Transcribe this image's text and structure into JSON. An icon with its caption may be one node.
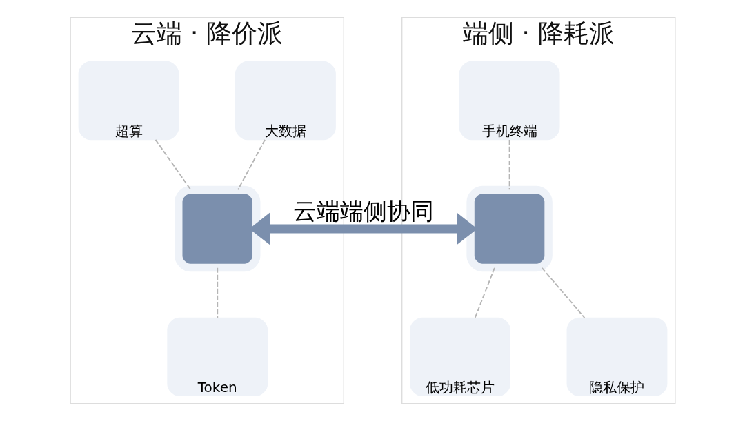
{
  "diagram": {
    "nodes": [
      {
        "text": [
          "云端 · 降价派"
        ]
      },
      {
        "text": [
          "大数据"
        ],
        "in": 0
      },
      {
        "text": [
          "超算"
        ],
        "in": 0
      },
      {
        "text": [],
        "shape": "box",
        "in": 0
      },
      {
        "text": [
          "Token"
        ],
        "in": 0
      },
      {
        "text": [
          "端侧 · 降耗派"
        ]
      },
      {
        "text": [
          "手机终端"
        ],
        "in": 5
      },
      {
        "text": [
          "低功耗芯片"
        ],
        "in": 5
      },
      {
        "text": [],
        "shape": "box",
        "in": 5
      },
      {
        "text": [
          "隐私保护"
        ],
        "in": 5
      }
    ],
    "edges": [
      {
        "from": 1,
        "to": 3,
        "arrow": "none",
        "style": "dashed"
      },
      {
        "from": 2,
        "to": 3,
        "arrow": "none",
        "style": "dashed"
      },
      {
        "from": 3,
        "to": 4,
        "arrow": "none",
        "style": "dashed"
      },
      {
        "from": 3,
        "to": 8,
        "arrow": "both",
        "label": "云端端侧协同",
        "style": "thick",
        "color": "#7b8fad"
      },
      {
        "from": 6,
        "to": 8,
        "arrow": "none",
        "style": "dashed"
      },
      {
        "from": 8,
        "to": 7,
        "arrow": "none",
        "style": "dashed"
      },
      {
        "from": 8,
        "to": 9,
        "arrow": "none",
        "style": "dashed"
      }
    ]
  }
}
